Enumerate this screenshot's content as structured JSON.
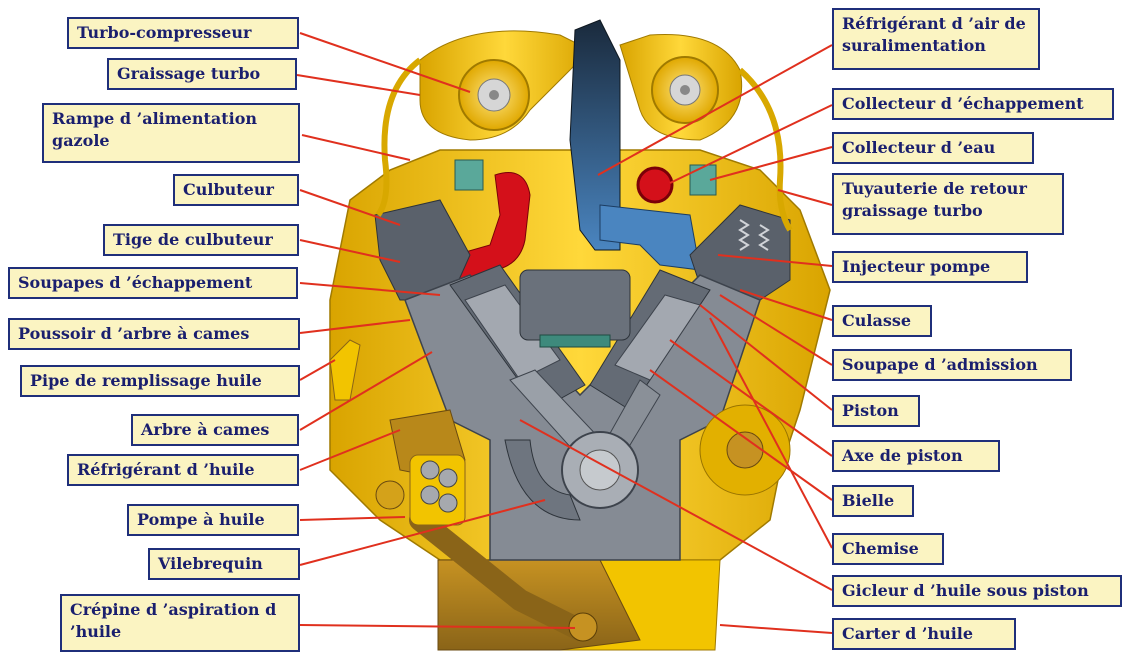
{
  "labels_left": [
    {
      "id": "turbo",
      "text": "Turbo-compresseur"
    },
    {
      "id": "graissage",
      "text": "Graissage turbo"
    },
    {
      "id": "rampe",
      "text": "Rampe d ’alimentation gazole"
    },
    {
      "id": "culbuteur",
      "text": "Culbuteur"
    },
    {
      "id": "tige",
      "text": "Tige de culbuteur"
    },
    {
      "id": "soupapes_ech",
      "text": "Soupapes d ’échappement"
    },
    {
      "id": "poussoir",
      "text": "Poussoir d ’arbre à cames"
    },
    {
      "id": "pipe",
      "text": "Pipe de remplissage huile"
    },
    {
      "id": "arbre",
      "text": "Arbre à cames"
    },
    {
      "id": "refrig_huile",
      "text": "Réfrigérant d ’huile"
    },
    {
      "id": "pompe",
      "text": "Pompe à huile"
    },
    {
      "id": "vilebrequin",
      "text": "Vilebrequin"
    },
    {
      "id": "crepine",
      "text": "Crépine d ’aspiration d ’huile"
    }
  ],
  "labels_right": [
    {
      "id": "refrig_air",
      "text": "Réfrigérant d ’air de suralimentation"
    },
    {
      "id": "coll_ech",
      "text": "Collecteur d ’échappement"
    },
    {
      "id": "coll_eau",
      "text": "Collecteur d ’eau"
    },
    {
      "id": "tuyau",
      "text": "Tuyauterie de retour graissage turbo"
    },
    {
      "id": "injecteur",
      "text": "Injecteur pompe"
    },
    {
      "id": "culasse",
      "text": "Culasse"
    },
    {
      "id": "soupape_adm",
      "text": "Soupape d ’admission"
    },
    {
      "id": "piston",
      "text": "Piston"
    },
    {
      "id": "axe",
      "text": "Axe de piston"
    },
    {
      "id": "bielle",
      "text": "Bielle"
    },
    {
      "id": "chemise",
      "text": "Chemise"
    },
    {
      "id": "gicleur",
      "text": "Gicleur d ’huile sous piston"
    },
    {
      "id": "carter",
      "text": "Carter d ’huile"
    }
  ],
  "colors": {
    "label_fill": "#fbf4c2",
    "label_border": "#1f2f7a",
    "label_text": "#1a1f6e",
    "leader_line": "#e0301e",
    "engine_yellow": "#f2c100",
    "engine_dark_yellow": "#c9961a",
    "block_gray": "#7a808a",
    "cut_dark": "#3d434c",
    "exhaust_red": "#d4101a",
    "air_blue": "#3a6fa6"
  }
}
